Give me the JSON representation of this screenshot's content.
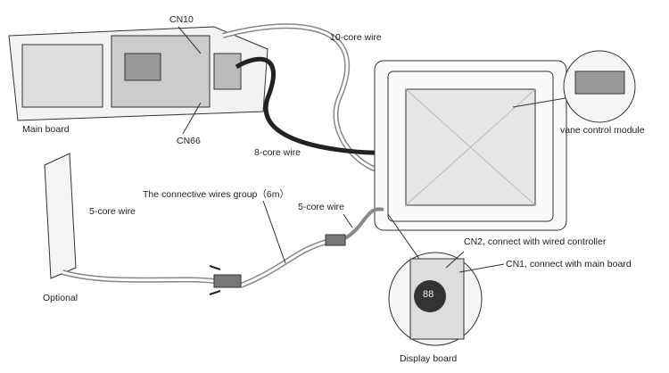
{
  "labels": {
    "cn10": "CN10",
    "ten_core": "10-core wire",
    "main_board": "Main board",
    "cn66": "CN66",
    "eight_core": "8-core wire",
    "vane": "vane control module",
    "group": "The connective wires group（6m）",
    "five_core_left": "5-core wire",
    "five_core_right": "5-core wire",
    "optional": "Optional",
    "cn2": "CN2, connect with wired controller",
    "cn1": "CN1, connect with main board",
    "display_board": "Display board",
    "display_digits": "88"
  }
}
